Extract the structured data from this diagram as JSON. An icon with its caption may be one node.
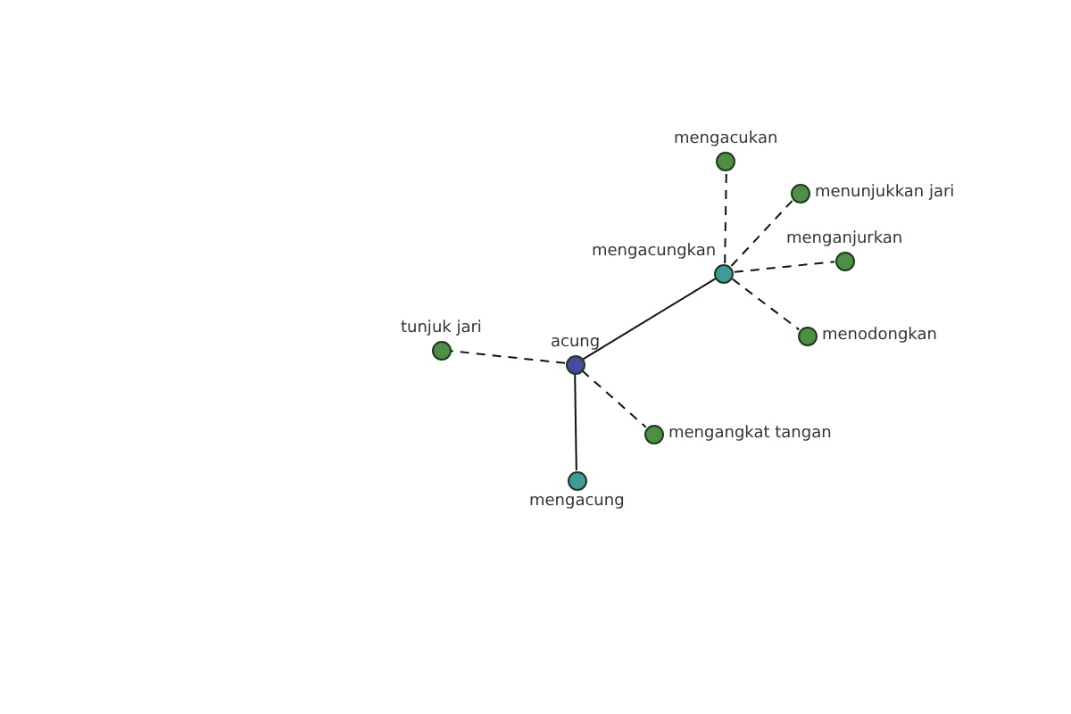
{
  "diagram": {
    "nodes": [
      {
        "text": [
          "acung"
        ]
      },
      {
        "text": [
          "mengacungkan"
        ]
      },
      {
        "text": [
          "mengacung"
        ]
      },
      {
        "text": [
          "tunjuk jari"
        ]
      },
      {
        "text": [
          "mengangkat tangan"
        ]
      },
      {
        "text": [
          "mengacukan"
        ]
      },
      {
        "text": [
          "menunjukkan jari"
        ]
      },
      {
        "text": [
          "menganjurkan"
        ]
      },
      {
        "text": [
          "menodongkan"
        ]
      }
    ],
    "edges": [
      {
        "from": 0,
        "to": 1,
        "arrow": "none"
      },
      {
        "from": 0,
        "to": 2,
        "arrow": "none"
      },
      {
        "from": 0,
        "to": 3,
        "arrow": "none",
        "style": "dashed"
      },
      {
        "from": 0,
        "to": 4,
        "arrow": "none",
        "style": "dashed"
      },
      {
        "from": 1,
        "to": 5,
        "arrow": "none",
        "style": "dashed"
      },
      {
        "from": 1,
        "to": 6,
        "arrow": "none",
        "style": "dashed"
      },
      {
        "from": 1,
        "to": 7,
        "arrow": "none",
        "style": "dashed"
      },
      {
        "from": 1,
        "to": 8,
        "arrow": "none",
        "style": "dashed"
      }
    ]
  }
}
